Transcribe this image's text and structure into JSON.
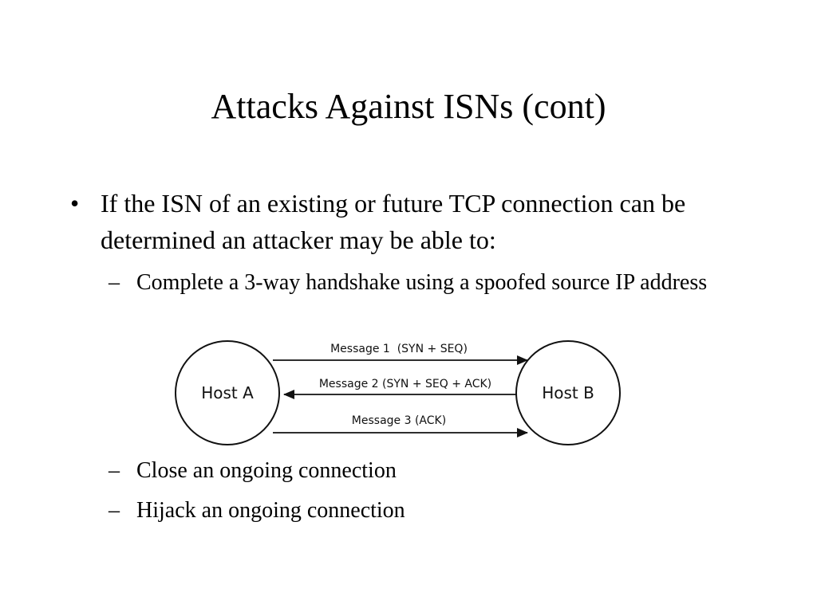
{
  "slide": {
    "title": "Attacks Against ISNs (cont)",
    "bullet": {
      "marker": "•",
      "text": "If the ISN of an existing or future TCP connection can be determined an attacker may be able to:"
    },
    "sub_bullets": [
      {
        "marker": "–",
        "text": "Complete a 3-way handshake using a spoofed source IP address"
      },
      {
        "marker": "–",
        "text": "Close an ongoing connection"
      },
      {
        "marker": "–",
        "text": "Hijack an ongoing connection"
      }
    ]
  },
  "diagram": {
    "nodes": [
      {
        "label": "Host A"
      },
      {
        "label": "Host B"
      }
    ],
    "messages": [
      {
        "label": "Message 1  (SYN + SEQ)",
        "direction": "A-to-B"
      },
      {
        "label": "Message 2 (SYN + SEQ + ACK)",
        "direction": "B-to-A"
      },
      {
        "label": "Message 3 (ACK)",
        "direction": "A-to-B"
      }
    ]
  }
}
